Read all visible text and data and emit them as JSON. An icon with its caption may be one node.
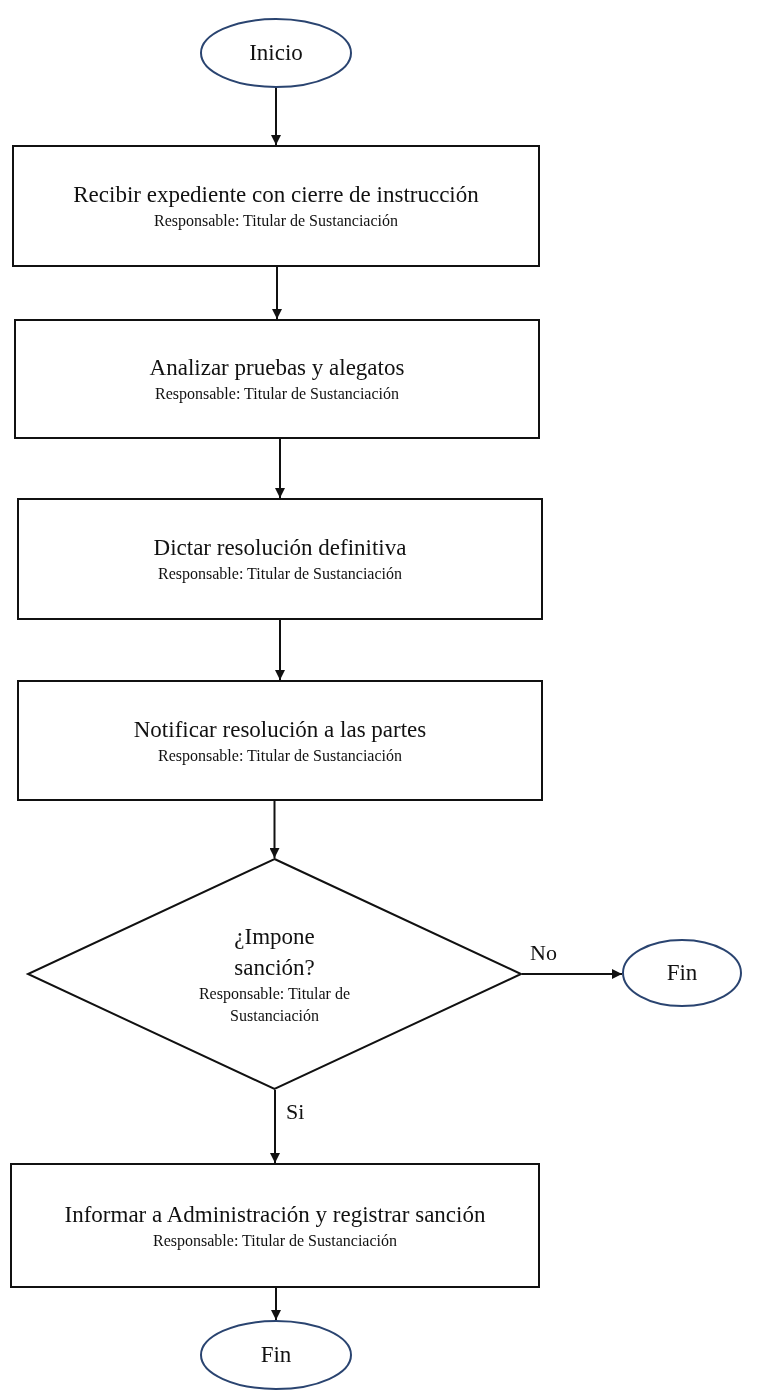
{
  "diagram": {
    "nodes": [
      {
        "text": [
          "Inicio"
        ]
      },
      {
        "text": [
          "Recibir expediente con cierre de instrucción",
          "Responsable: Titular de Sustanciación"
        ]
      },
      {
        "text": [
          "Analizar pruebas y alegatos",
          "Responsable: Titular de Sustanciación"
        ]
      },
      {
        "text": [
          "Dictar resolución definitiva",
          "Responsable: Titular de Sustanciación"
        ]
      },
      {
        "text": [
          "Notificar resolución a las partes",
          "Responsable: Titular de Sustanciación"
        ]
      },
      {
        "text": [
          "¿Impone sanción?",
          "Responsable: Titular de Sustanciación"
        ]
      },
      {
        "text": [
          "Fin"
        ]
      },
      {
        "text": [
          "Informar a Administración y registrar sanción",
          "Responsable: Titular de Sustanciación"
        ]
      },
      {
        "text": [
          "Fin"
        ]
      }
    ],
    "edges": [
      {
        "from": 0,
        "to": 1,
        "arrow": "to"
      },
      {
        "from": 1,
        "to": 2,
        "arrow": "to"
      },
      {
        "from": 2,
        "to": 3,
        "arrow": "to"
      },
      {
        "from": 3,
        "to": 4,
        "arrow": "to"
      },
      {
        "from": 4,
        "to": 5,
        "arrow": "to"
      },
      {
        "from": 5,
        "to": 6,
        "arrow": "to",
        "label": "No"
      },
      {
        "from": 5,
        "to": 7,
        "arrow": "to",
        "label": "Si"
      },
      {
        "from": 7,
        "to": 8,
        "arrow": "to"
      }
    ]
  }
}
